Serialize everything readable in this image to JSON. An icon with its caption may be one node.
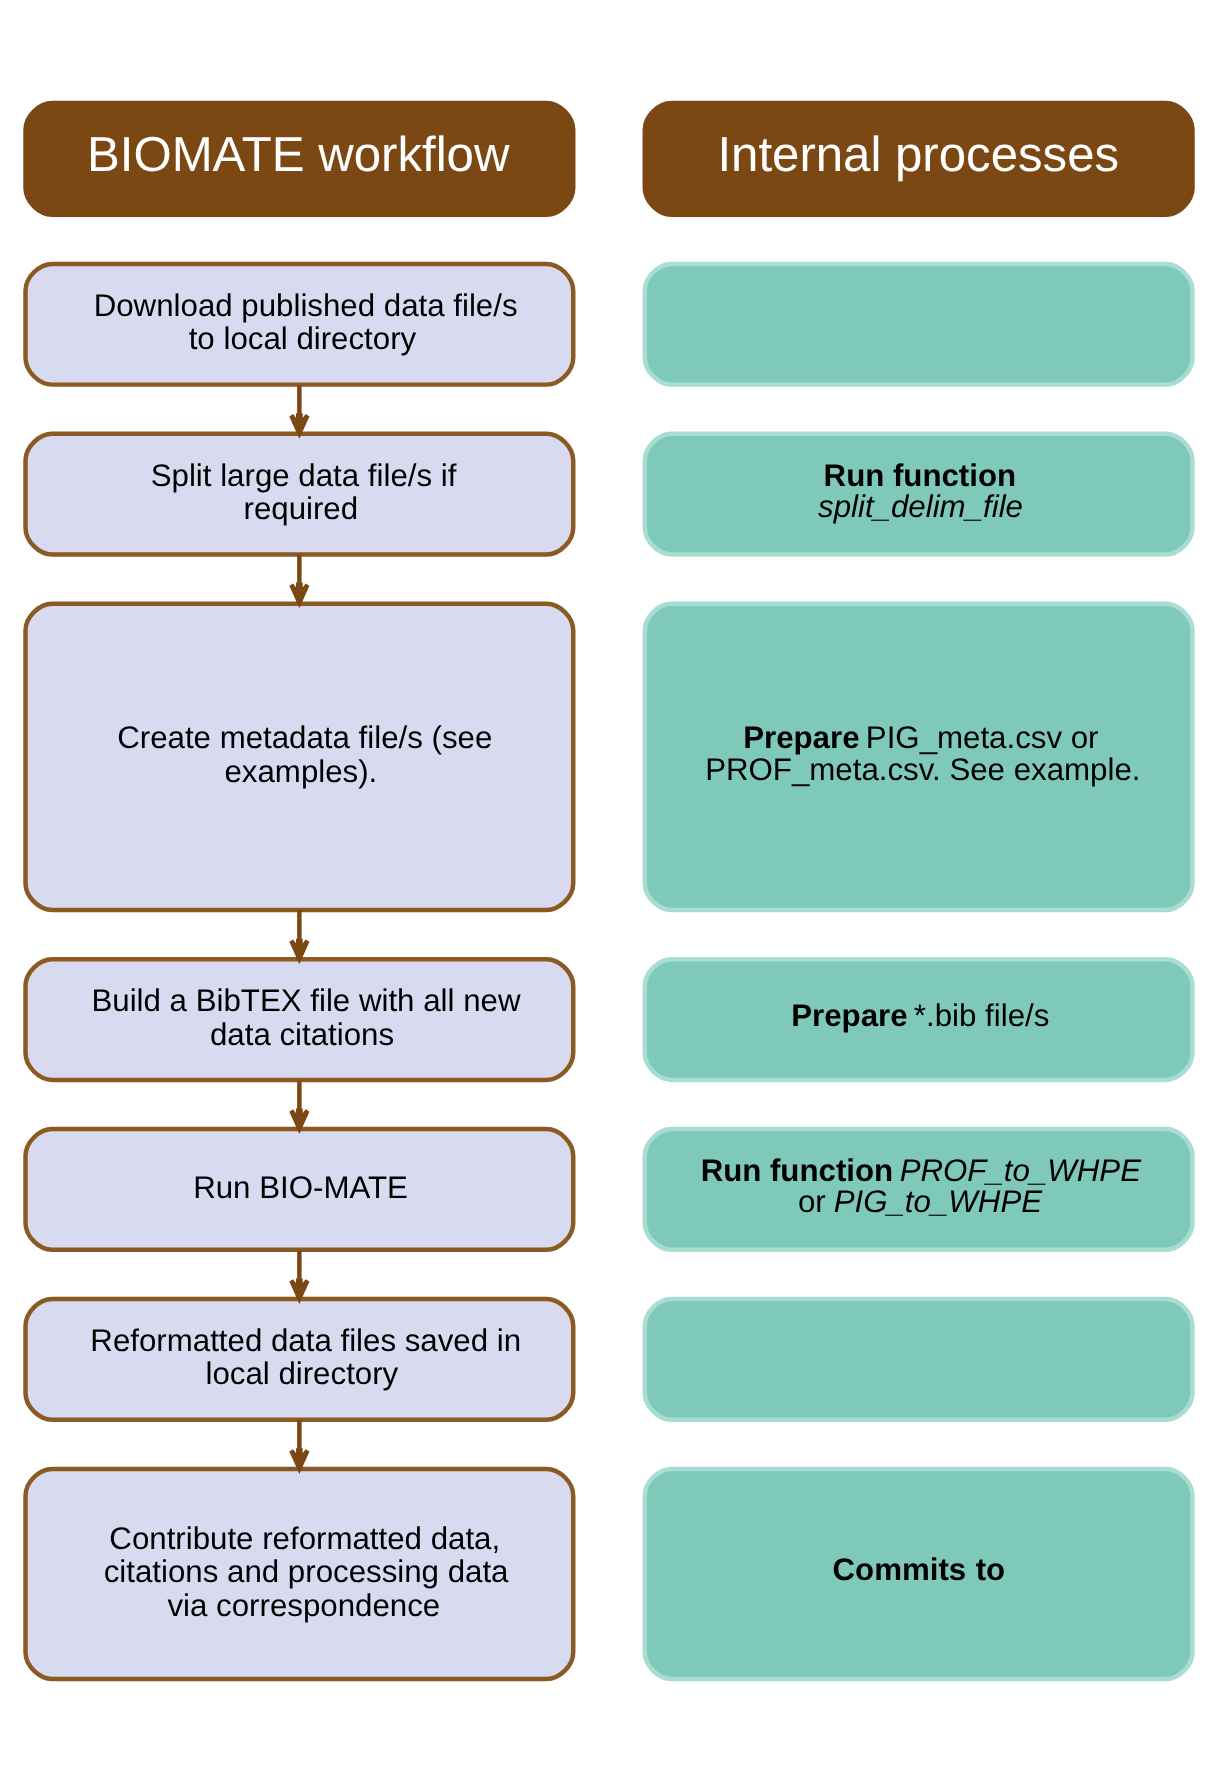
{
  "diagram": {
    "nodes": [
      {
        "text": [
          "BIOMATE workflow"
        ]
      },
      {
        "text": [
          "Internal processes"
        ]
      },
      {
        "text": [
          "Download published data file/s to local directory"
        ]
      },
      {
        "text": [],
        "shape": "box"
      },
      {
        "text": [
          "Split large data file/s if required"
        ]
      },
      {
        "text": [
          "**Run function** *split_delim_file*"
        ]
      },
      {
        "text": [
          "Create metadata file/s (see examples)."
        ]
      },
      {
        "text": [
          "**Prepare** PIG_meta.csv or PROF_meta.csv. See example."
        ]
      },
      {
        "text": [
          "Build a BibTEX file with all new data citations"
        ]
      },
      {
        "text": [
          "**Prepare** *.bib file/s"
        ]
      },
      {
        "text": [
          "Run BIO-MATE"
        ]
      },
      {
        "text": [
          "**Run function** *PROF_to_WHPE* or *PIG_to_WHPE*"
        ]
      },
      {
        "text": [
          "Reformatted data files saved in local directory"
        ]
      },
      {
        "text": [],
        "shape": "box"
      },
      {
        "text": [
          "Contribute reformatted data, citations and processing data via correspondence"
        ]
      },
      {
        "text": [
          "Commits to"
        ]
      }
    ],
    "edges": [
      {
        "from": 2,
        "to": 4,
        "arrow": "to"
      },
      {
        "from": 4,
        "to": 6,
        "arrow": "to"
      },
      {
        "from": 6,
        "to": 8,
        "arrow": "to"
      },
      {
        "from": 8,
        "to": 10,
        "arrow": "to"
      },
      {
        "from": 10,
        "to": 12,
        "arrow": "to"
      },
      {
        "from": 12,
        "to": 14,
        "arrow": "to"
      }
    ]
  }
}
